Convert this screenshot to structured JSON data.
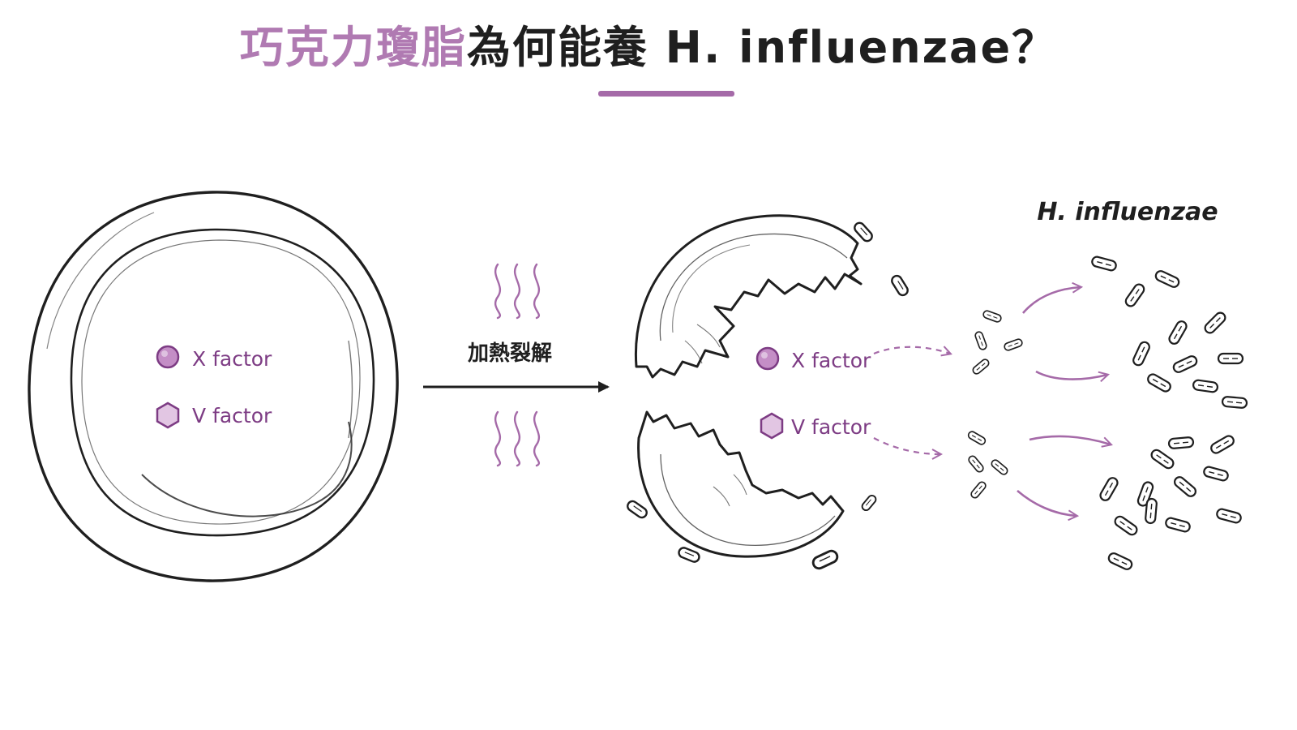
{
  "title": {
    "highlight": "巧克力瓊脂",
    "rest": "為何能養 H. influenzae？"
  },
  "cell": {
    "x_label": "X factor",
    "v_label": "V factor"
  },
  "process": {
    "label": "加熱裂解"
  },
  "lysed": {
    "x_label": "X factor",
    "v_label": "V factor"
  },
  "bacteria": {
    "label": "H. influenzae"
  },
  "colors": {
    "accent": "#a56aa8",
    "accent_dark": "#7d3c84",
    "ink": "#1f1f1f",
    "x_marker": "#c48ec6",
    "v_marker": "#e2c6e3"
  }
}
